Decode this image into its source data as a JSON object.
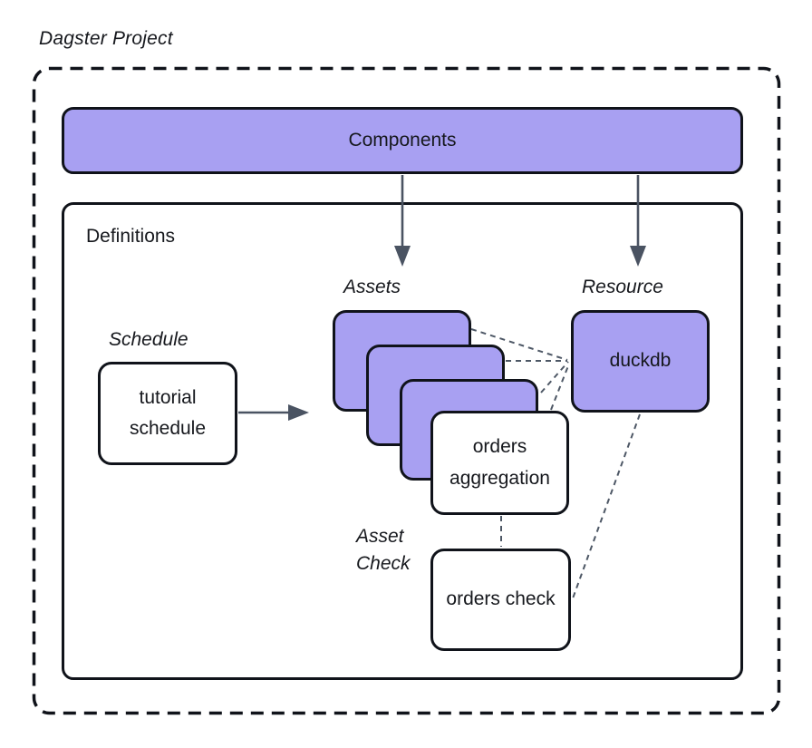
{
  "title": "Dagster Project",
  "colors": {
    "purple": "#a8a0f2",
    "ink": "#10131a",
    "arrow": "#4a5362",
    "connector": "#4d5765",
    "bg": "#ffffff",
    "text": "#16181d"
  },
  "components": {
    "label": "Components"
  },
  "definitions": {
    "label": "Definitions"
  },
  "schedule": {
    "label": "Schedule",
    "node": "tutorial schedule"
  },
  "assets": {
    "label": "Assets",
    "front_node": "orders aggregation"
  },
  "resource": {
    "label": "Resource",
    "node": "duckdb"
  },
  "asset_check": {
    "label": "Asset Check",
    "node": "orders check"
  }
}
